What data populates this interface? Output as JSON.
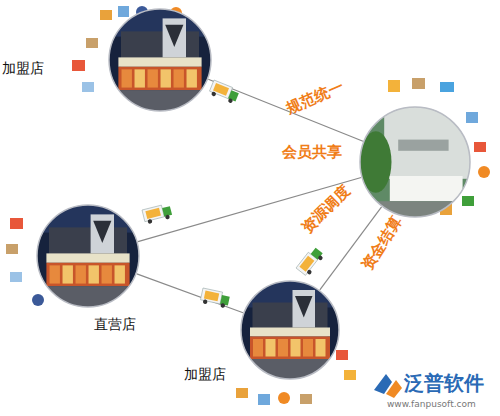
{
  "diagram": {
    "nodes": [
      {
        "text": [
          "加盟店"
        ]
      },
      {
        "text": []
      },
      {
        "text": [
          "直营店"
        ]
      },
      {
        "text": [
          "加盟店"
        ]
      }
    ],
    "edges": [
      {
        "from": 0,
        "to": 1,
        "arrow": "none"
      },
      {
        "from": 2,
        "to": 1,
        "arrow": "none"
      },
      {
        "from": 2,
        "to": 3,
        "arrow": "none"
      },
      {
        "from": 3,
        "to": 1,
        "arrow": "none"
      }
    ],
    "labels": [
      "规范统一",
      "会员共享",
      "资源调度",
      "资金结算",
      "泛普软件",
      "www.fanpusoft.com"
    ]
  }
}
